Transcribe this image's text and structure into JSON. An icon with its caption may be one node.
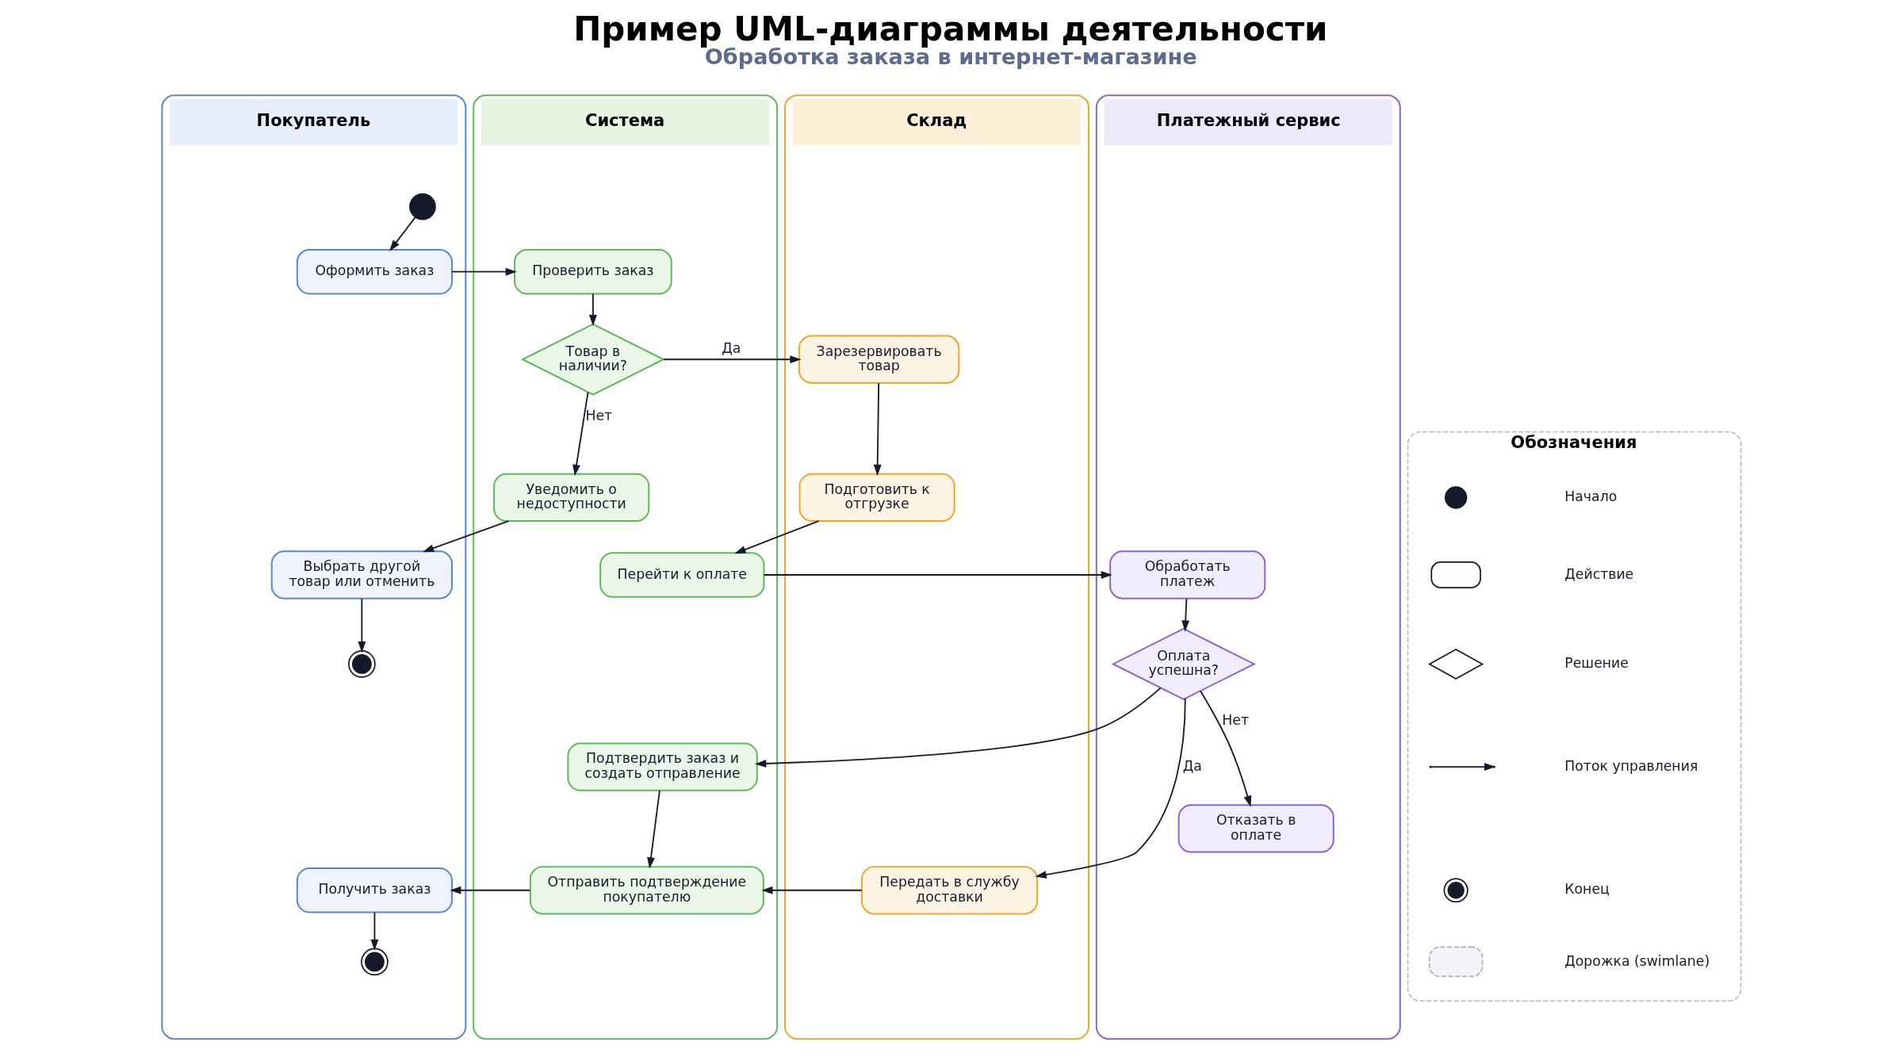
{
  "diagram": {
    "title": "Пример UML-диаграммы деятельности",
    "caption": "Обработка заказа в интернет-магазине",
    "nodes": [
      {
        "text": [
          "Покупатель"
        ]
      },
      {
        "text": [
          "Система"
        ]
      },
      {
        "text": [
          "Склад"
        ]
      },
      {
        "text": [
          "Платежный сервис"
        ]
      },
      {
        "text": [],
        "shape": "circle",
        "in": 0
      },
      {
        "text": [
          "Оформить заказ"
        ],
        "in": 0
      },
      {
        "text": [
          "Проверить заказ"
        ],
        "in": 1
      },
      {
        "text": [
          "Товар в наличии?"
        ],
        "in": 1
      },
      {
        "text": [
          "Зарезервировать товар"
        ],
        "in": 2
      },
      {
        "text": [
          "Подготовить к отгрузке"
        ],
        "in": 2
      },
      {
        "text": [
          "Уведомить о недоступности"
        ],
        "in": 1
      },
      {
        "text": [
          "Выбрать другой товар или отменить"
        ],
        "in": 0
      },
      {
        "text": [],
        "shape": "circle",
        "in": 0
      },
      {
        "text": [
          "Перейти к оплате"
        ],
        "in": 1
      },
      {
        "text": [
          "Обработать платеж"
        ],
        "in": 3
      },
      {
        "text": [
          "Оплата успешна?"
        ],
        "in": 3
      },
      {
        "text": [
          "Отказать в оплате"
        ],
        "in": 3
      },
      {
        "text": [
          "Подтвердить заказ и создать отправление"
        ],
        "in": 1
      },
      {
        "text": [
          "Передать в службу доставки"
        ],
        "in": 2
      },
      {
        "text": [
          "Отправить подтверждение покупателю"
        ],
        "in": 1
      },
      {
        "text": [
          "Получить заказ"
        ],
        "in": 0
      },
      {
        "text": [],
        "shape": "circle",
        "in": 0
      },
      {
        "text": [
          "Обозначения"
        ]
      },
      {
        "text": [],
        "shape": "circle",
        "in": 22
      },
      {
        "text": [],
        "shape": "box",
        "in": 22
      },
      {
        "text": [],
        "shape": "diamond",
        "in": 22
      },
      {
        "text": [],
        "shape": "circle",
        "in": 22
      },
      {
        "text": [],
        "shape": "box",
        "in": 22
      }
    ],
    "edges": [
      {
        "from": 4,
        "to": 5,
        "arrow": "to"
      },
      {
        "from": 5,
        "to": 6,
        "arrow": "to"
      },
      {
        "from": 6,
        "to": 7,
        "arrow": "to"
      },
      {
        "from": 7,
        "to": 8,
        "arrow": "to",
        "label": "Да"
      },
      {
        "from": 7,
        "to": 10,
        "arrow": "to",
        "label": "Нет"
      },
      {
        "from": 8,
        "to": 9,
        "arrow": "to"
      },
      {
        "from": 10,
        "to": 11,
        "arrow": "to"
      },
      {
        "from": 11,
        "to": 12,
        "arrow": "to"
      },
      {
        "from": 9,
        "to": 13,
        "arrow": "to"
      },
      {
        "from": 13,
        "to": 14,
        "arrow": "to"
      },
      {
        "from": 14,
        "to": 15,
        "arrow": "to"
      },
      {
        "from": 15,
        "to": 16,
        "arrow": "to",
        "label": "Нет"
      },
      {
        "from": 15,
        "to": 17,
        "arrow": "to"
      },
      {
        "from": 15,
        "to": 18,
        "arrow": "to",
        "label": "Да"
      },
      {
        "from": 17,
        "to": 19,
        "arrow": "to"
      },
      {
        "from": 18,
        "to": 19,
        "arrow": "to"
      },
      {
        "from": 19,
        "to": 20,
        "arrow": "to"
      },
      {
        "from": 20,
        "to": 21,
        "arrow": "to"
      }
    ],
    "legend": [
      {
        "text": "Начало"
      },
      {
        "text": "Действие"
      },
      {
        "text": "Решение"
      },
      {
        "text": "Поток управления"
      },
      {
        "text": "Конец"
      },
      {
        "text": "Дорожка (swimlane)"
      }
    ]
  }
}
